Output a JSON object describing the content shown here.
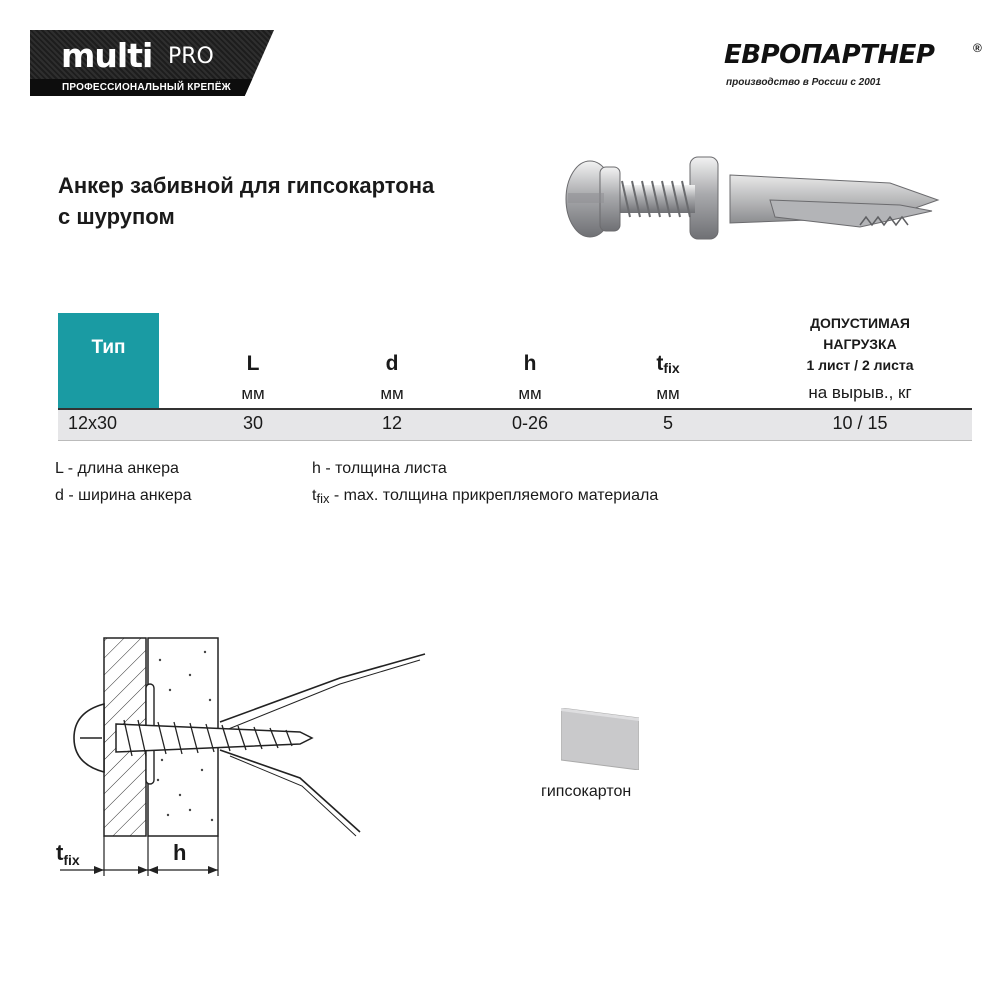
{
  "brand": {
    "word": "multi",
    "pro": "PRO",
    "tagline": "ПРОФЕССИОНАЛЬНЫЙ КРЕПЁЖ"
  },
  "maker": {
    "name": "ЕВРОПАРТНЕР",
    "reg": "®",
    "sub": "производство в России с 2001"
  },
  "product": {
    "title_line1": "Анкер забивной для гипсокартона",
    "title_line2": "с шурупом"
  },
  "table": {
    "type_header": "Тип",
    "columns": [
      {
        "letter": "L",
        "unit": "мм"
      },
      {
        "letter": "d",
        "unit": "мм"
      },
      {
        "letter": "h",
        "unit": "мм"
      },
      {
        "letter": "t",
        "sub": "fix",
        "unit": "мм"
      }
    ],
    "load_header": {
      "line1": "ДОПУСТИМАЯ",
      "line2": "НАГРУЗКА",
      "line3": "1 лист / 2 листа",
      "unit": "на вырыв., кг"
    },
    "row": {
      "type": "12x30",
      "L": "30",
      "d": "12",
      "h": "0-26",
      "tfix": "5",
      "load": "10 / 15"
    }
  },
  "legend": {
    "L": "L - длина анкера",
    "d": "d - ширина анкера",
    "h": "h   - толщина листа",
    "tfix_letter": "t",
    "tfix_sub": "fix",
    "tfix_text": " - max. толщина прикрепляемого материала"
  },
  "diagram": {
    "label_t": "t",
    "label_t_sub": "fix",
    "label_h": "h"
  },
  "swatch": {
    "label": "гипсокартон",
    "color": "#c9c9cb"
  },
  "colors": {
    "accent": "#1a9ba3",
    "row_bg": "#e6e6e8"
  }
}
